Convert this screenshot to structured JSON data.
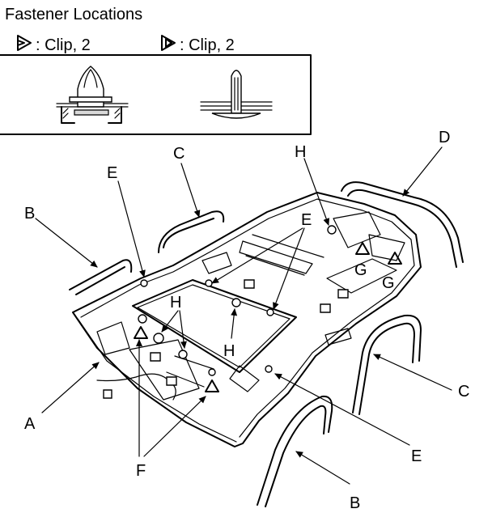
{
  "header": {
    "title": "Fastener Locations"
  },
  "legend": {
    "items": [
      {
        "symbol": "clip-a-icon",
        "label": ": Clip, 2"
      },
      {
        "symbol": "clip-b-icon",
        "label": ": Clip, 2"
      }
    ]
  },
  "callouts": {
    "a": "A",
    "b_top": "B",
    "b_bottom": "B",
    "c_top": "C",
    "c_right": "C",
    "d": "D",
    "e_left": "E",
    "e_center": "E",
    "e_bottom": "E",
    "f": "F",
    "g_left": "G",
    "g_right": "G",
    "h_top": "H",
    "h_left": "H",
    "h_center": "H"
  },
  "colors": {
    "ink": "#000000",
    "paper": "#ffffff",
    "panel_shade": "#d9d9d9"
  }
}
